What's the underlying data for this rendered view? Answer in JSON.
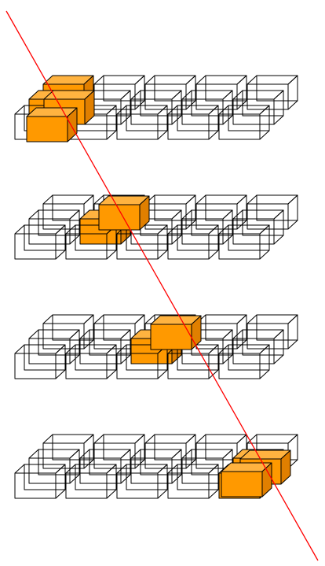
{
  "figure": {
    "layers": [
      {
        "rows": 3,
        "cols": 5,
        "highlighted": [
          {
            "row": 0,
            "col": 0
          },
          {
            "row": 1,
            "col": 0
          }
        ]
      },
      {
        "rows": 3,
        "cols": 5,
        "highlighted": [
          {
            "row": 1,
            "col": 1
          }
        ]
      },
      {
        "rows": 3,
        "cols": 5,
        "highlighted": [
          {
            "row": 1,
            "col": 2
          }
        ]
      },
      {
        "rows": 3,
        "cols": 5,
        "highlighted": [
          {
            "row": 1,
            "col": 4
          },
          {
            "row": 2,
            "col": 4
          }
        ]
      }
    ],
    "line": {
      "color": "#ff0000",
      "from": [
        0.0,
        0.0
      ],
      "to": [
        1.0,
        1.0
      ]
    },
    "colors": {
      "box_fill": "#ffffff",
      "box_stroke": "#000000",
      "highlight_fill": "#ff9900",
      "highlight_top": "#ffb340",
      "highlight_side": "#e07f00"
    }
  }
}
